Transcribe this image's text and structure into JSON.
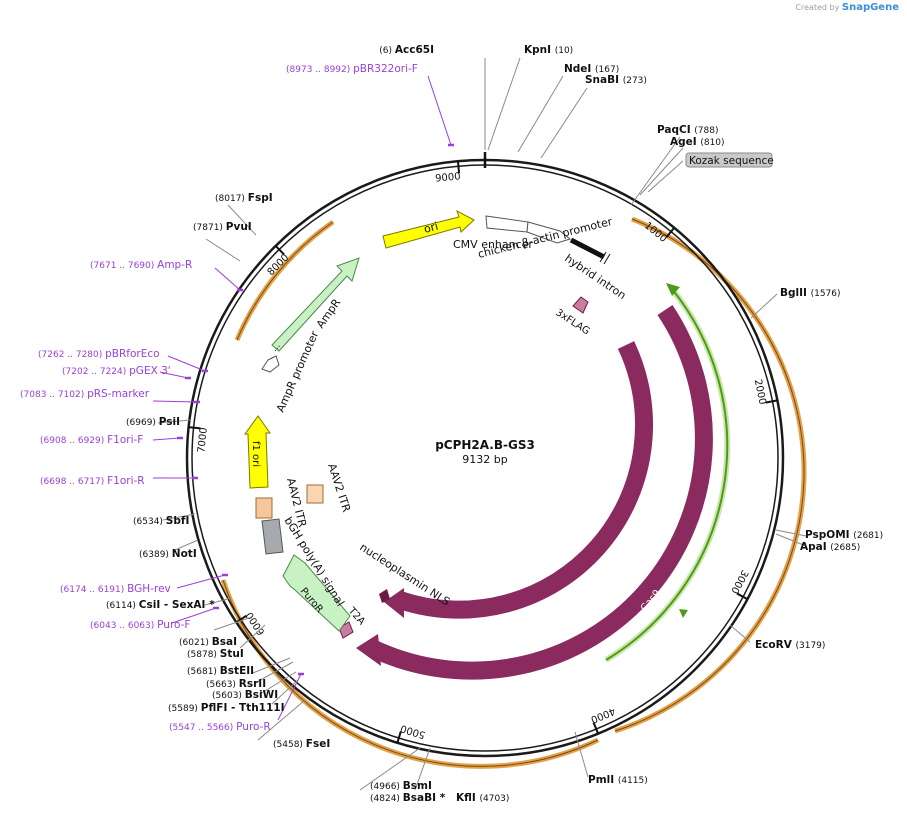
{
  "credit": {
    "prefix": "Created by",
    "brand": "SnapGene"
  },
  "plasmid": {
    "name": "pCPH2A.B-GS3",
    "size_label": "9132 bp",
    "length": 9132
  },
  "ticks": [
    "1000",
    "2000",
    "3000",
    "4000",
    "5000",
    "6000",
    "7000",
    "8000",
    "9000"
  ],
  "colors": {
    "backbone": "#1a1a1a",
    "cas9": "#8b2a5e",
    "cas9_cds": "#4e9a1b",
    "orange_arc": "#e3a24a",
    "enzyme": "#111111",
    "primer": "#9b3fd6",
    "ori": "#ffff00",
    "ampr": "#c8f2c4",
    "itr": "#f7d6b0",
    "polyA": "#a6aaad"
  },
  "site_labels": [
    {
      "pos": "(6)",
      "name": "Acc65I"
    },
    {
      "pos": "(10)",
      "name": "KpnI"
    },
    {
      "pos": "(167)",
      "name": "NdeI"
    },
    {
      "pos": "(273)",
      "name": "SnaBI"
    },
    {
      "pos": "(788)",
      "name": "PaqCI"
    },
    {
      "pos": "(810)",
      "name": "AgeI"
    },
    {
      "pos": "(1576)",
      "name": "BglII"
    },
    {
      "pos": "(2681)",
      "name": "PspOMI"
    },
    {
      "pos": "(2685)",
      "name": "ApaI"
    },
    {
      "pos": "(3179)",
      "name": "EcoRV"
    },
    {
      "pos": "(4115)",
      "name": "PmlI"
    },
    {
      "pos": "(4703)",
      "name": "KflI"
    },
    {
      "pos": "(4824)",
      "name": "BsaBI *"
    },
    {
      "pos": "(4966)",
      "name": "BsmI"
    },
    {
      "pos": "(5458)",
      "name": "FseI"
    },
    {
      "pos": "(5589)",
      "name": "PflFI  - Tth111I"
    },
    {
      "pos": "(5603)",
      "name": "BsiWI"
    },
    {
      "pos": "(5663)",
      "name": "RsrII"
    },
    {
      "pos": "(5681)",
      "name": "BstEII"
    },
    {
      "pos": "(5878)",
      "name": "StuI"
    },
    {
      "pos": "(6021)",
      "name": "BsaI"
    },
    {
      "pos": "(6114)",
      "name": "CsiI  - SexAI *"
    },
    {
      "pos": "(6389)",
      "name": "NotI"
    },
    {
      "pos": "(6534)",
      "name": "SbfI"
    },
    {
      "pos": "(6969)",
      "name": "PsiI"
    },
    {
      "pos": "(7871)",
      "name": "PvuI"
    },
    {
      "pos": "(8017)",
      "name": "FspI"
    }
  ],
  "primer_labels": [
    {
      "range": "(8973 .. 8992)",
      "name": "pBR322ori-F"
    },
    {
      "range": "(7671 .. 7690)",
      "name": "Amp-R"
    },
    {
      "range": "(7262 .. 7280)",
      "name": "pBRforEco"
    },
    {
      "range": "(7202 .. 7224)",
      "name": "pGEX 3'"
    },
    {
      "range": "(7083 .. 7102)",
      "name": "pRS-marker"
    },
    {
      "range": "(6908 .. 6929)",
      "name": "F1ori-F"
    },
    {
      "range": "(6698 .. 6717)",
      "name": "F1ori-R"
    },
    {
      "range": "(6174 .. 6191)",
      "name": "BGH-rev"
    },
    {
      "range": "(6043 .. 6063)",
      "name": "Puro-F"
    },
    {
      "range": "(5547 .. 5566)",
      "name": "Puro-R"
    }
  ],
  "kozak_label": "Kozak sequence",
  "feature_labels": {
    "ori": "ori",
    "cmv_enhancer": "CMV enhancer",
    "cba_promoter": "chicken β-actin promoter",
    "hybrid_intron": "hybrid intron",
    "flag": "3xFLAG",
    "cas9_outer": "Cas9",
    "cas9_inner": "Cas9",
    "nls": "nucleoplasmin NLS",
    "t2a": "T2A",
    "puror": "PuroR",
    "bgh": "bGH poly(A) signal",
    "itr_left": "AAV2 ITR",
    "itr_right": "AAV2 ITR",
    "f1ori": "f1 ori",
    "ampr_promoter": "AmpR promoter",
    "ampr": "AmpR",
    "ampr_ellipsis": "..."
  }
}
